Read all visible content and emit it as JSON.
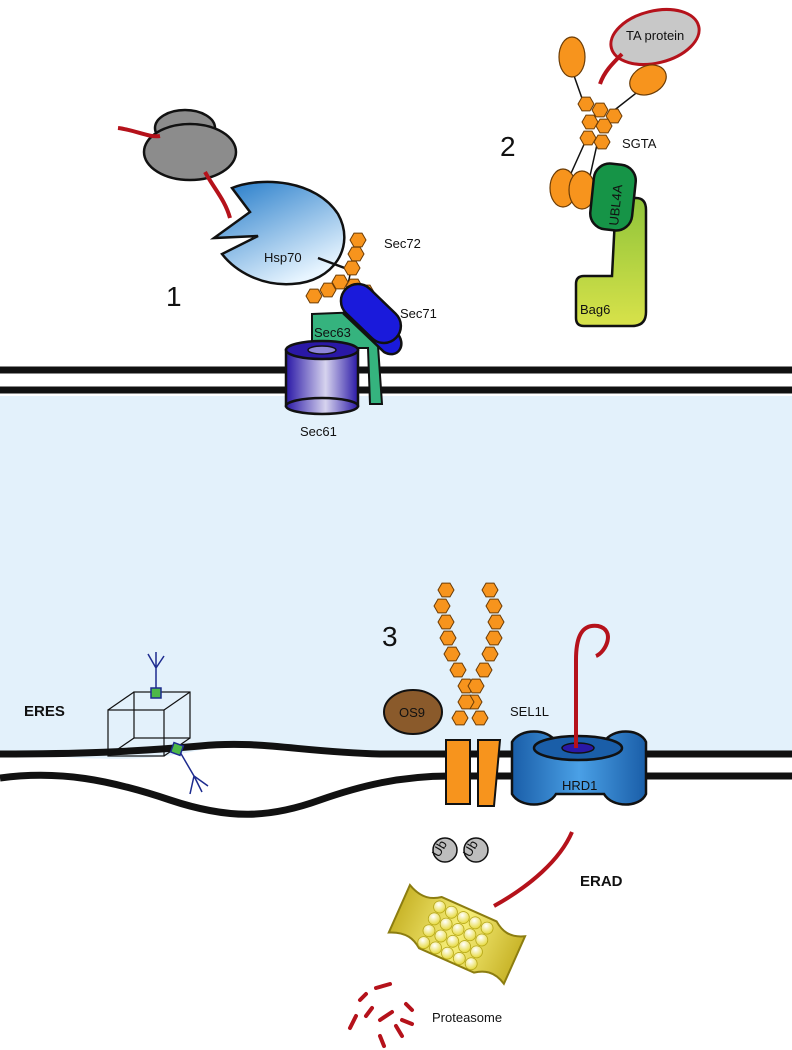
{
  "labels": {
    "step1": "1",
    "step2": "2",
    "step3": "3",
    "hsp70": "Hsp70",
    "sec72": "Sec72",
    "sec71": "Sec71",
    "sec63": "Sec63",
    "sec61": "Sec61",
    "ta_protein": "TA protein",
    "sgta": "SGTA",
    "ubl4a": "UBL4A",
    "bag6": "Bag6",
    "eres": "ERES",
    "os9": "OS9",
    "sel1l": "SEL1L",
    "hrd1": "HRD1",
    "ub1": "Ub",
    "ub2": "Ub",
    "erad": "ERAD",
    "proteasome": "Proteasome"
  },
  "colors": {
    "er_lumen": "#e3f1fb",
    "membrane": "#111111",
    "nascent_chain": "#b5121b",
    "hexagon": "#f7941d",
    "ribosome": "#8c8c8c",
    "hsp70_light": "#dcefff",
    "hsp70_dark": "#1f78c8",
    "sec71": "#1a1adb",
    "sec63": "#35b37e",
    "sec61_dark": "#2a18a6",
    "sec61_light": "#c9c6e6",
    "ubl4a": "#169447",
    "bag6": "#a8cc3c",
    "os9": "#8a5a2b",
    "hrd1": "#1f78c8",
    "ub": "#bdbdbd",
    "proteasome": "#f2ea5a",
    "glycan": "#1d2b8f",
    "glycan_node": "#4db848"
  }
}
